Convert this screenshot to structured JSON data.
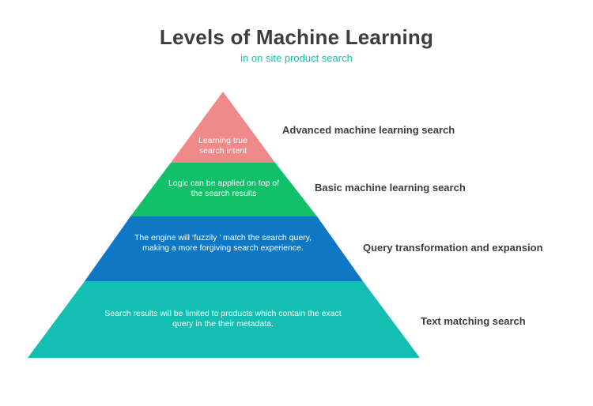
{
  "title": "Levels of Machine Learning",
  "subtitle": "in on site product search",
  "tiers": [
    {
      "label": "Advanced machine learning search",
      "description": "Learning true search intent",
      "color": "#f08a8a"
    },
    {
      "label": "Basic machine learning search",
      "description": "Logic can be applied on top of the search results",
      "color": "#12c06a"
    },
    {
      "label": "Query transformation and expansion",
      "description": "The engine will ‘fuzzily ’ match the search query, making a more forgiving search experience.",
      "color": "#0e78c4"
    },
    {
      "label": "Text matching search",
      "description": "Search results will be limited to products which contain the exact query in the their metadata.",
      "color": "#12bfb2"
    }
  ],
  "colors": {
    "title": "#3d3d3d",
    "subtitle": "#13bfb1"
  }
}
